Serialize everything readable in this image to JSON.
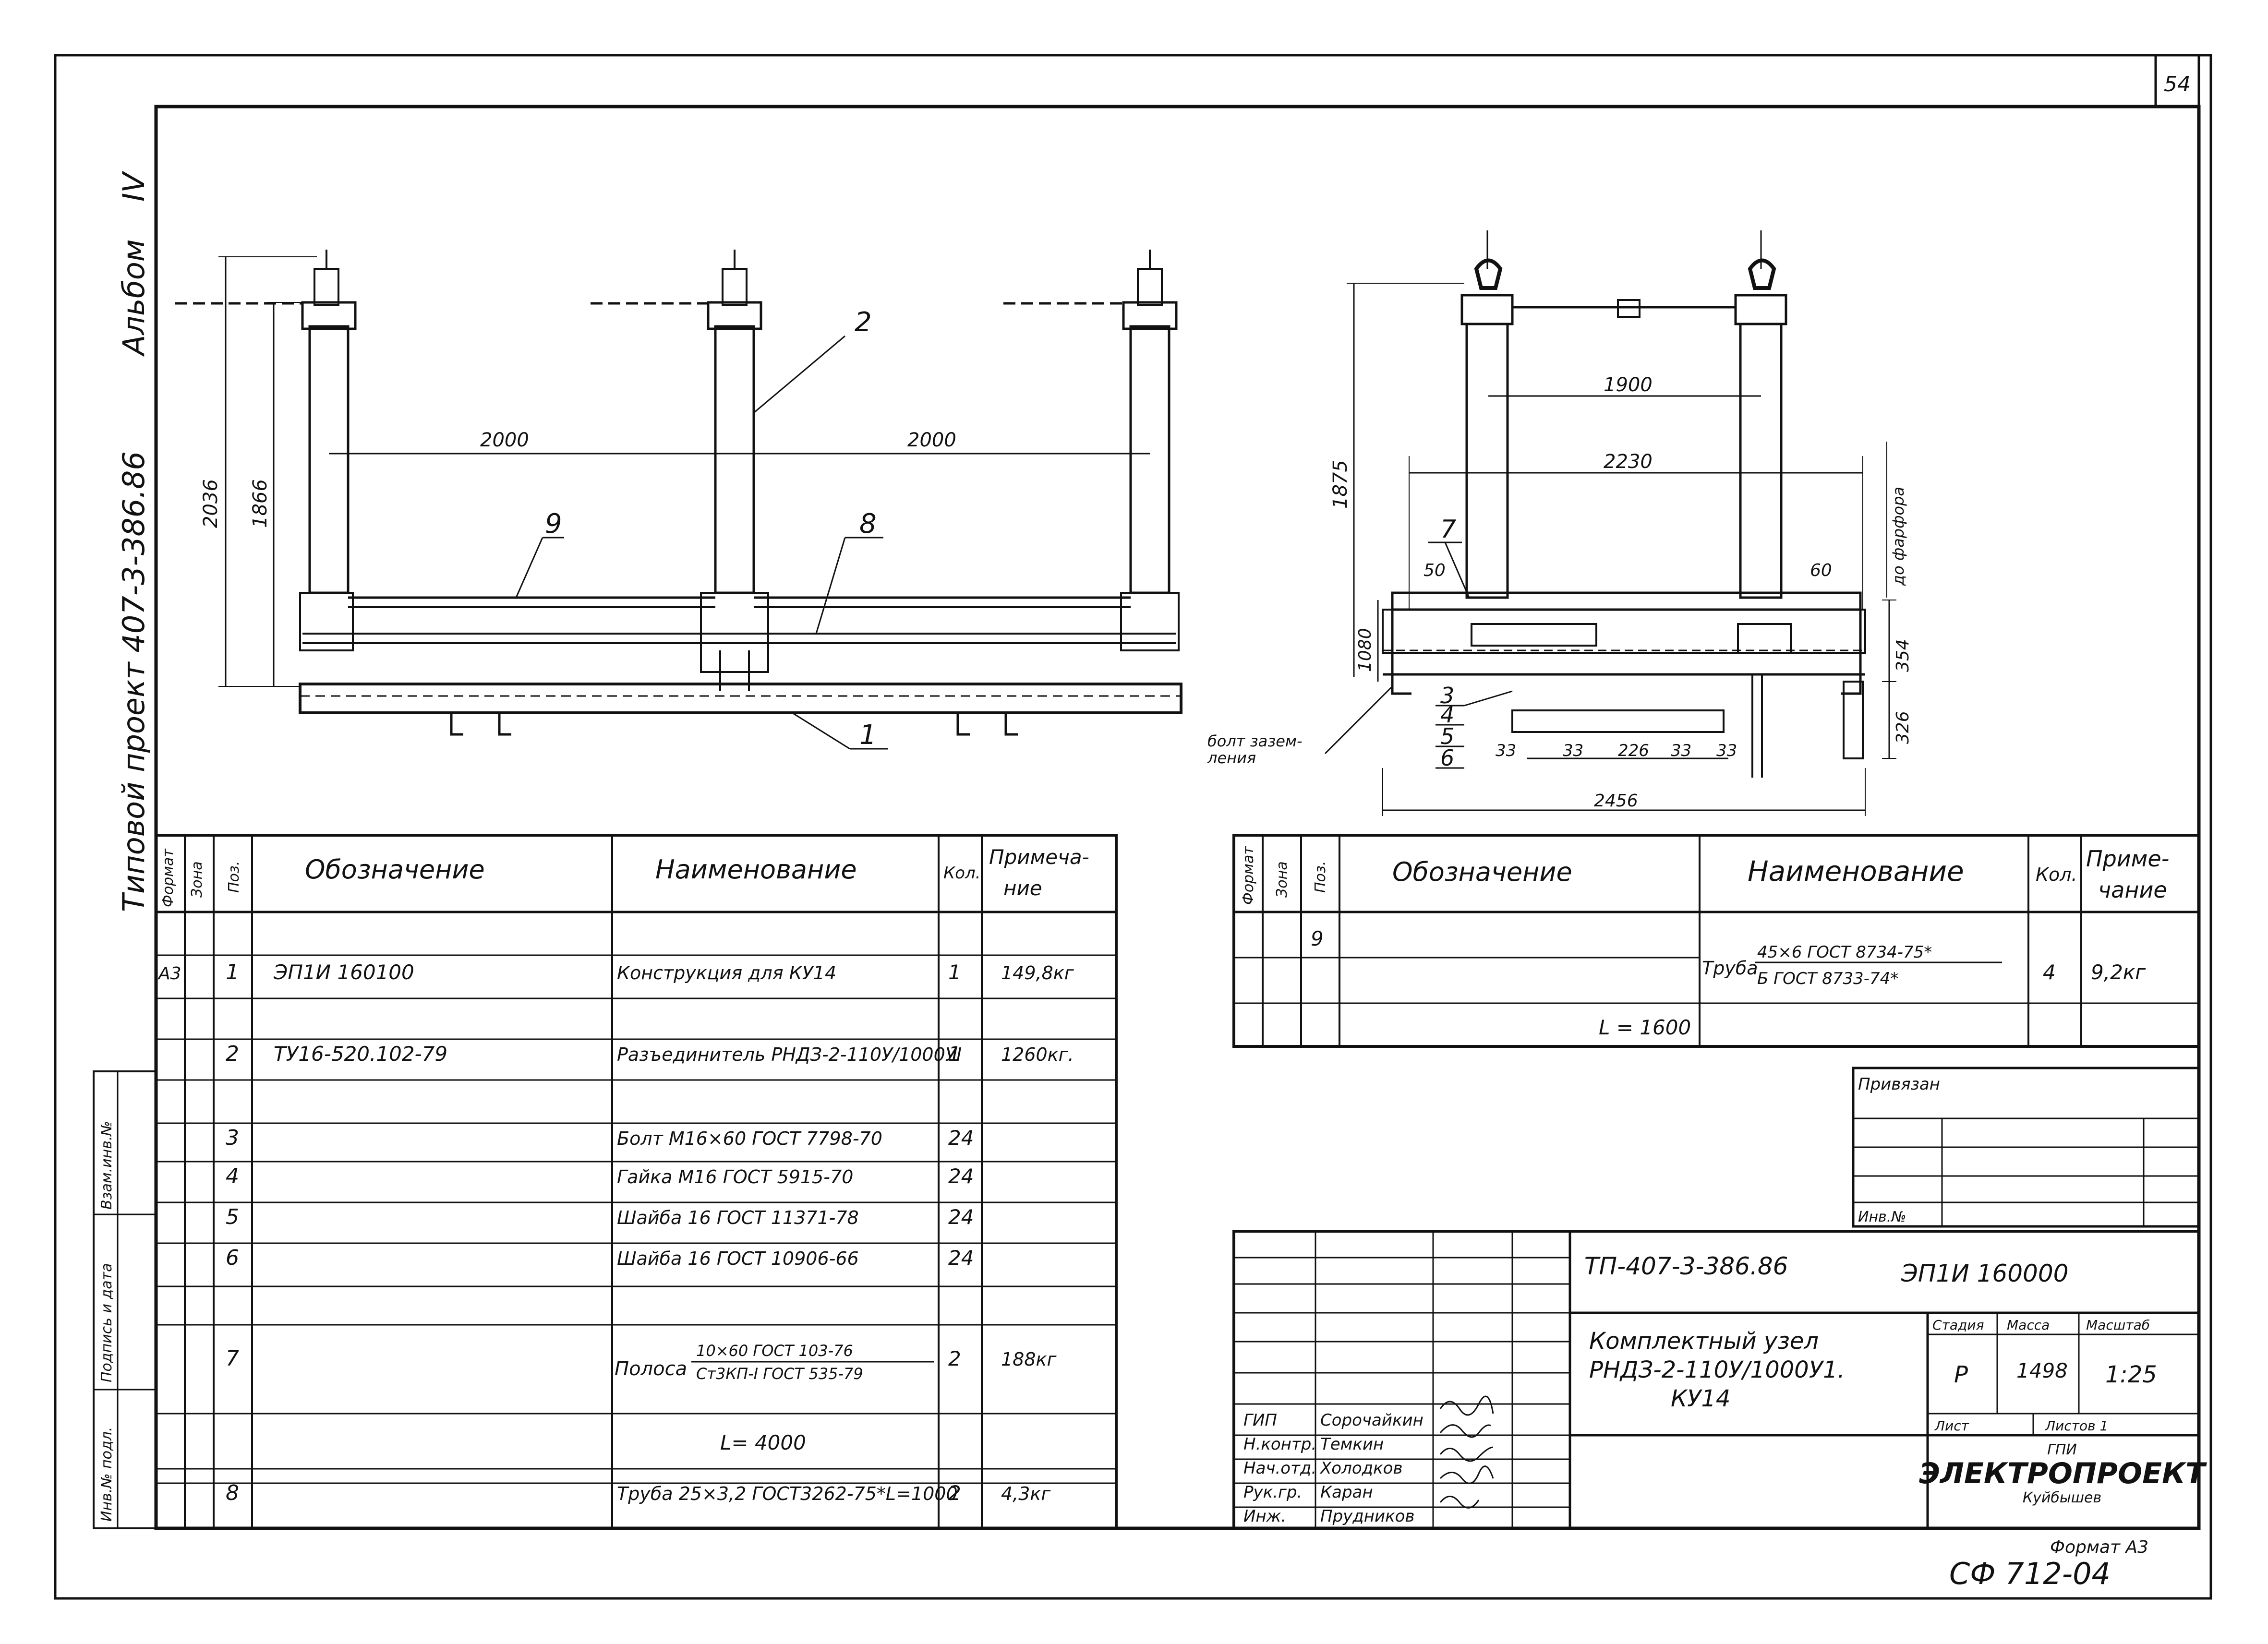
{
  "sheet_number": "54",
  "side_strip": {
    "album": "Альбом",
    "album_no": "IV",
    "project": "Типовой проект 407-3-386.86"
  },
  "left_strip": [
    "Взам.инв.№",
    "Подпись и дата",
    "Инв.№ подл."
  ],
  "drawing_left": {
    "dims": [
      "2036",
      "1866",
      "2000",
      "2000"
    ],
    "callouts": [
      "2",
      "9",
      "8",
      "1"
    ]
  },
  "drawing_right": {
    "dims": [
      "1875",
      "1900",
      "2230",
      "1080",
      "354",
      "326",
      "50",
      "60",
      "33",
      "33",
      "226",
      "33",
      "33",
      "2456"
    ],
    "callouts": [
      "7",
      "3",
      "4",
      "5",
      "6"
    ],
    "notes": [
      "до фарфора",
      "болт зазем-",
      "ления"
    ]
  },
  "spec_left": {
    "headers": [
      "Формат",
      "Зона",
      "Поз.",
      "Обозначение",
      "Наименование",
      "Кол.",
      "Примеча-",
      "ние"
    ],
    "rows": [
      {
        "fmt": "А3",
        "pos": "1",
        "code": "ЭП1И      160100",
        "name": "Конструкция для КУ14",
        "qty": "1",
        "note": "149,8кг"
      },
      {
        "fmt": "",
        "pos": "2",
        "code": "ТУ16-520.102-79",
        "name": "Разъединитель РНДЗ-2-110У/1000УI",
        "qty": "1",
        "note": "1260кг."
      },
      {
        "fmt": "",
        "pos": "3",
        "code": "",
        "name": "Болт М16×60  ГОСТ 7798-70",
        "qty": "24",
        "note": ""
      },
      {
        "fmt": "",
        "pos": "4",
        "code": "",
        "name": "Гайка М16  ГОСТ 5915-70",
        "qty": "24",
        "note": ""
      },
      {
        "fmt": "",
        "pos": "5",
        "code": "",
        "name": "Шайба 16  ГОСТ 11371-78",
        "qty": "24",
        "note": ""
      },
      {
        "fmt": "",
        "pos": "6",
        "code": "",
        "name": "Шайба 16  ГОСТ 10906-66",
        "qty": "24",
        "note": ""
      },
      {
        "fmt": "",
        "pos": "7",
        "code": "",
        "name": "Полоса",
        "frac_top": "10×60 ГОСТ 103-76",
        "frac_bot": "Ст3КП-I ГОСТ 535-79",
        "qty": "2",
        "note": "188кг"
      },
      {
        "fmt": "",
        "pos": "",
        "code": "",
        "name": "L= 4000",
        "qty": "",
        "note": ""
      },
      {
        "fmt": "",
        "pos": "8",
        "code": "",
        "name": "Труба 25×3,2 ГОСТ3262-75*L=1000",
        "qty": "2",
        "note": "4,3кг"
      }
    ]
  },
  "spec_right": {
    "headers": [
      "Формат",
      "Зона",
      "Поз.",
      "Обозначение",
      "Наименование",
      "Кол.",
      "Приме-",
      "чание"
    ],
    "rows": [
      {
        "pos": "9",
        "name": "Труба",
        "frac_top": "45×6 ГОСТ 8734-75*",
        "frac_bot": "Б  ГОСТ 8733-74*",
        "qty": "4",
        "note": "9,2кг"
      },
      {
        "pos": "",
        "name": "L = 1600",
        "qty": "",
        "note": ""
      }
    ]
  },
  "privyazan": {
    "title": "Привязан",
    "inv": "Инв.№"
  },
  "title_block": {
    "code": "ТП-407-3-386.86",
    "code2": "ЭП1И 160000",
    "name_lines": [
      "Комплектный узел",
      "РНДЗ-2-110У/1000У1.",
      "КУ14"
    ],
    "stage_label": "Стадия",
    "mass_label": "Масса",
    "scale_label": "Масштаб",
    "stage": "Р",
    "mass": "1498",
    "scale": "1:25",
    "sheet_label": "Лист",
    "sheets_label": "Листов 1",
    "org_top": "ГПИ",
    "org": "ЭЛЕКТРОПРОЕКТ",
    "org_city": "Куйбышев",
    "signers": [
      {
        "role": "ГИП",
        "name": "Сорочайкин"
      },
      {
        "role": "Н.контр.",
        "name": "Темкин"
      },
      {
        "role": "Нач.отд.",
        "name": "Холодков"
      },
      {
        "role": "Рук.гр.",
        "name": "Каран"
      },
      {
        "role": "Инж.",
        "name": "Прудников"
      }
    ]
  },
  "format": "Формат А3",
  "footer_code": "СФ 712-04"
}
